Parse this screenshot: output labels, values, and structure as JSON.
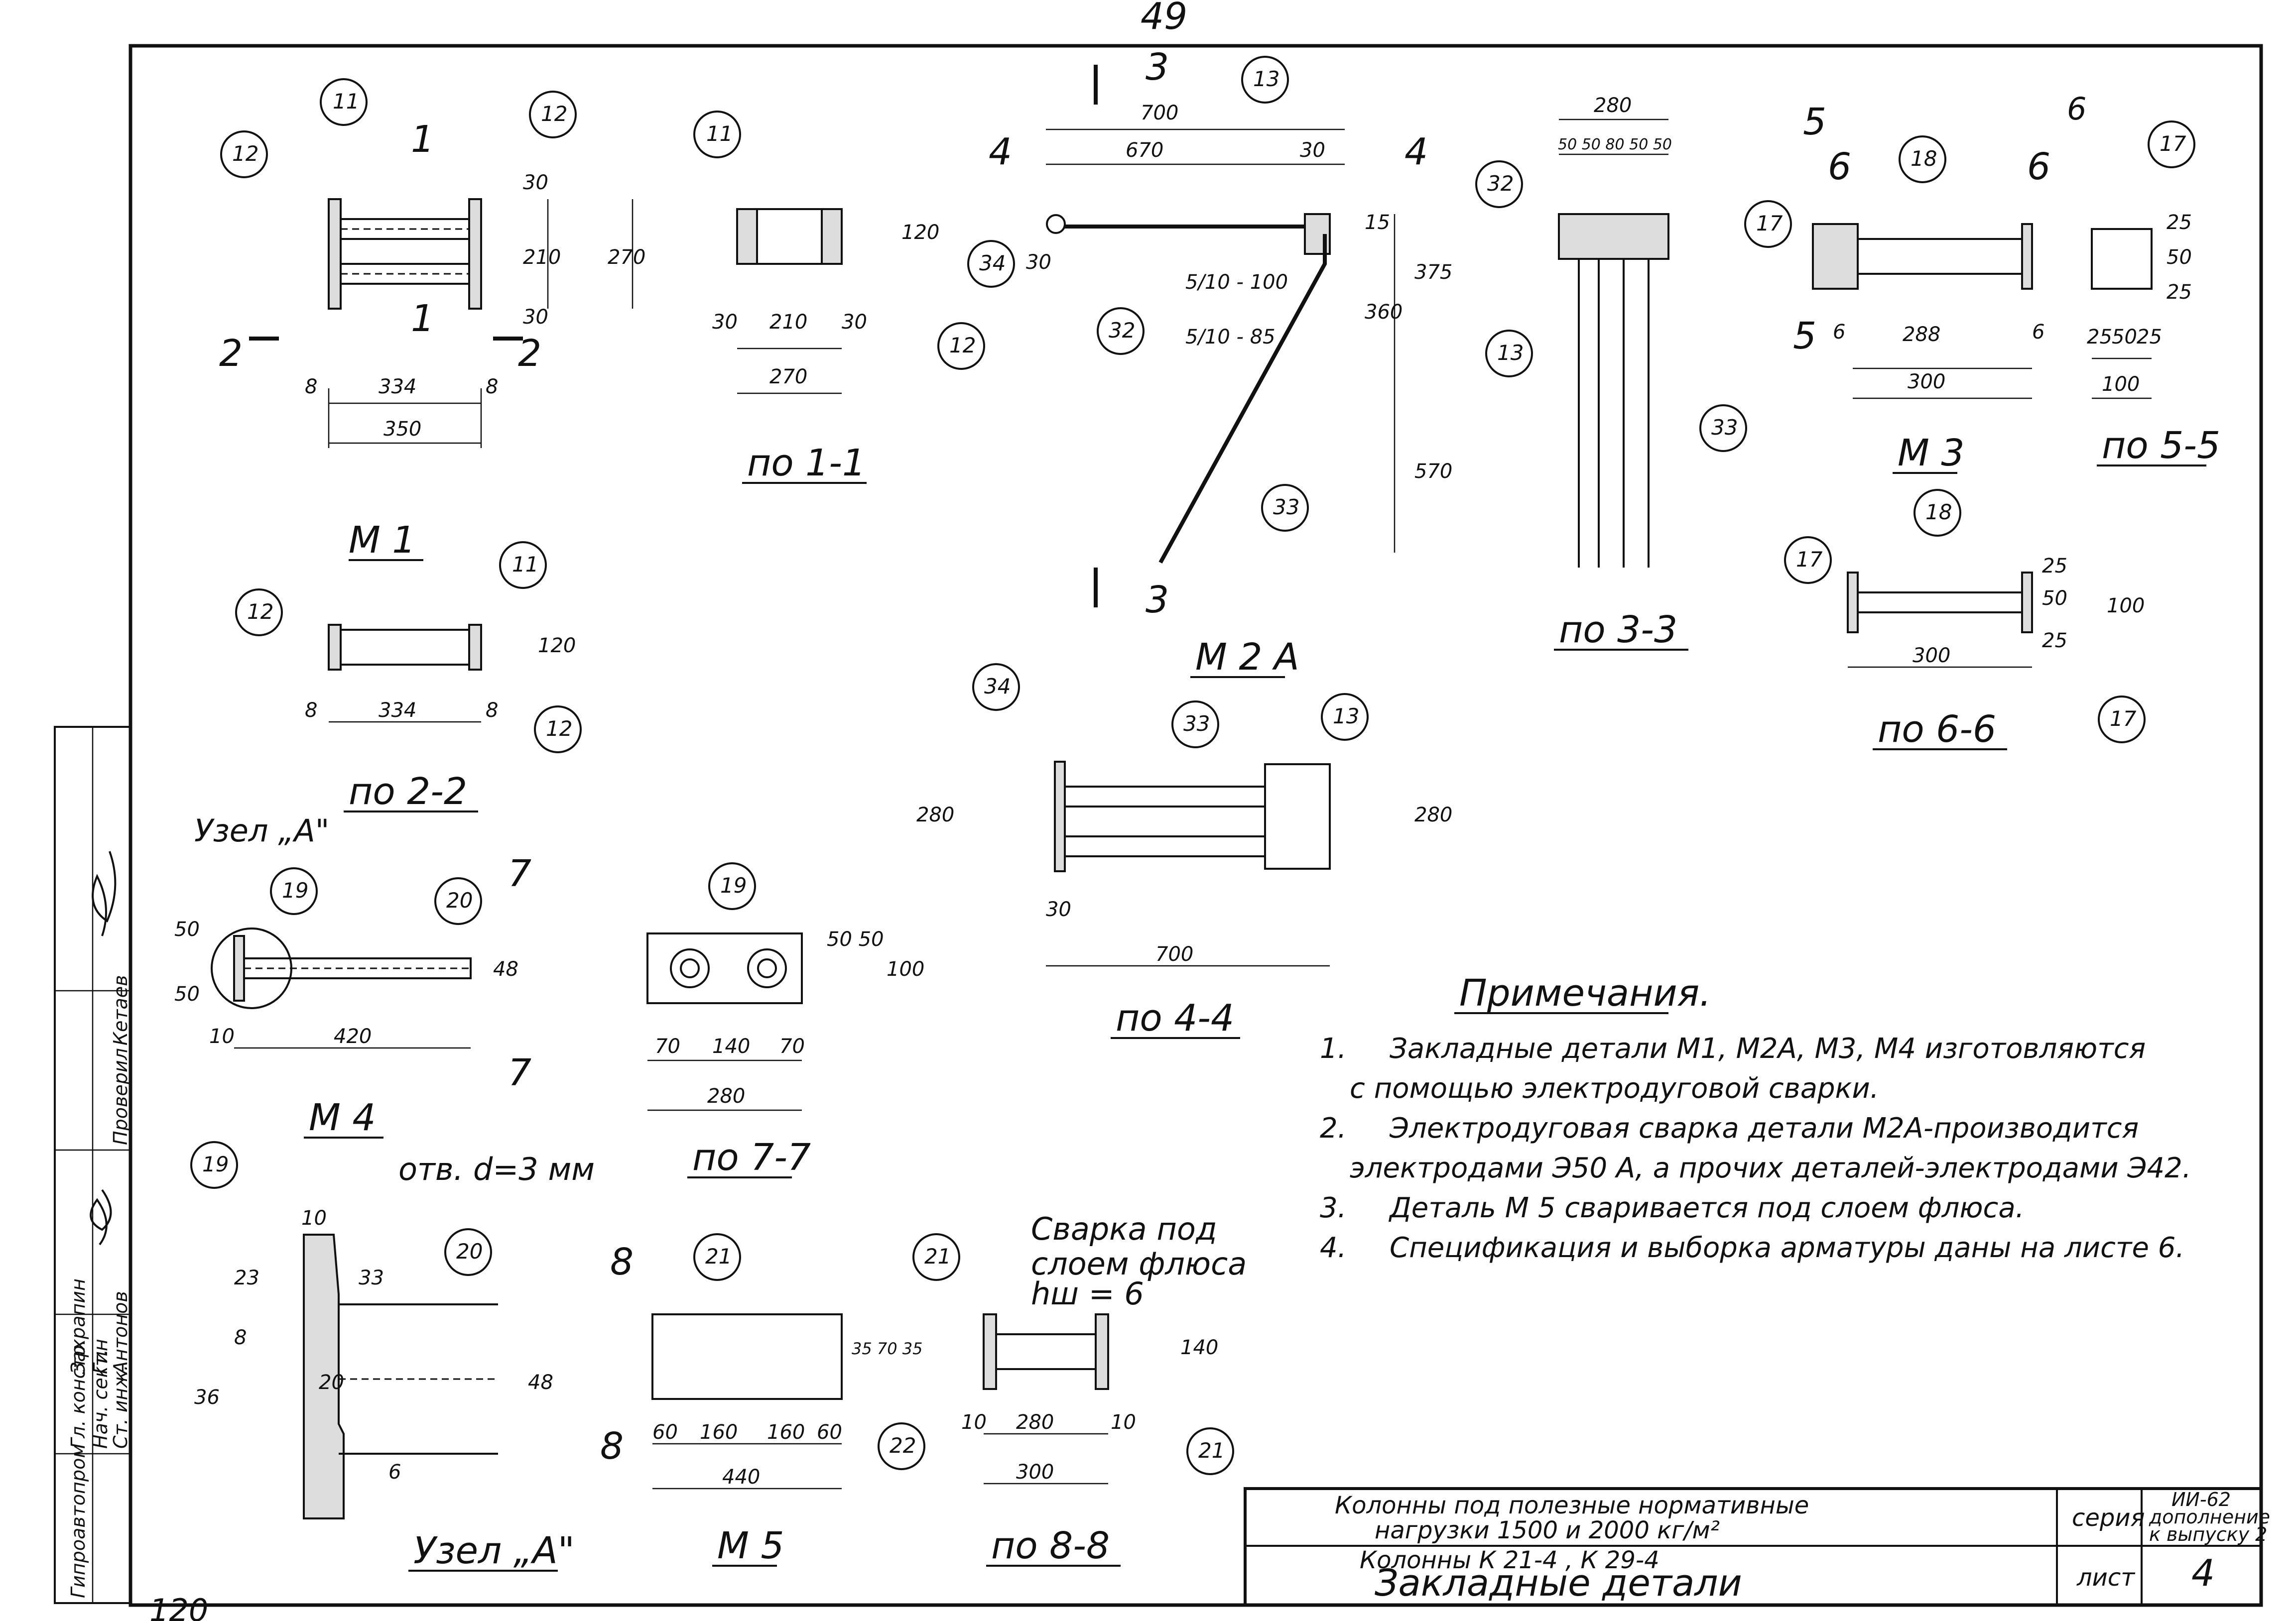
{
  "page": {
    "number": "49",
    "corner_number": "120"
  },
  "views": {
    "m1": "М 1",
    "m2a": "М 2 А",
    "m3": "М 3",
    "m4": "М 4",
    "m5": "М 5",
    "uzel_a": "Узел „А\"",
    "po11": "по 1-1",
    "po22": "по 2-2",
    "po33": "по 3-3",
    "po44": "по 4-4",
    "po55": "по 5-5",
    "po66": "по 6-6",
    "po77": "по 7-7",
    "po88": "по 8-8"
  },
  "callouts": {
    "c11": "11",
    "c12": "12",
    "c13": "13",
    "c17": "17",
    "c18": "18",
    "c19": "19",
    "c20": "20",
    "c21": "21",
    "c22": "22",
    "c32": "32",
    "c33": "33",
    "c34": "34"
  },
  "section_marks": {
    "s1": "1",
    "s2": "2",
    "s3": "3",
    "s4": "4",
    "s5": "5",
    "s6": "6",
    "s7": "7",
    "s8": "8"
  },
  "dims": {
    "d8": "8",
    "d334": "334",
    "d350": "350",
    "d30": "30",
    "d210": "210",
    "d270": "270",
    "d120": "120",
    "d700": "700",
    "d670": "670",
    "d15": "15",
    "d375": "375",
    "d360": "360",
    "d570": "570",
    "d280": "280",
    "d5080": "50 50 80 50 50",
    "d288": "288",
    "d300": "300",
    "d6": "6",
    "d25": "25",
    "d50": "50",
    "d100": "100",
    "d420": "420",
    "d48": "48",
    "d10": "10",
    "d5050": "50 50",
    "d70": "70",
    "d140": "140",
    "d23": "23",
    "d33": "33",
    "d20": "20",
    "d36": "36",
    "d60": "60",
    "d160": "160",
    "d440": "440",
    "d35": "35",
    "d3570": "35 70 35",
    "rod1": "5/10 - 100",
    "rod2": "5/10 - 85",
    "hole": "отв. d=3 мм",
    "uzel_a_label": "Узел „А\""
  },
  "weld_note": {
    "line1": "Сварка  под",
    "line2": "слоем флюса",
    "line3": "hш = 6"
  },
  "notes": {
    "title": "Примечания.",
    "items": [
      {
        "n": "1.",
        "text": "Закладные  детали   М1, М2А, М3, М4  изготовляются"
      },
      {
        "n": "",
        "text": "с помощью  электродуговой  сварки."
      },
      {
        "n": "2.",
        "text": "Электродуговая  сварка  детали   М2А-производится"
      },
      {
        "n": "",
        "text": "электродами  Э50 А,  а  прочих  деталей-электродами Э42."
      },
      {
        "n": "3.",
        "text": "Деталь  М 5  сваривается  под  слоем  флюса."
      },
      {
        "n": "4.",
        "text": "Спецификация  и выборка  арматуры  даны  на  листе 6."
      }
    ]
  },
  "title_block": {
    "line1": "Колонны   под   полезные   нормативные",
    "line2": "нагрузки    1500  и  2000  кг/м²",
    "line3": "Колонны   К 21-4  ,  К 29-4",
    "line4": "Закладные    детали",
    "series_label": "серия",
    "series_value_1": "ИИ-62",
    "series_value_2": "дополнение",
    "series_value_3": "к выпуску 2",
    "sheet_label": "лист",
    "sheet_value": "4"
  },
  "side_stamp": {
    "org": "Гипроавтопром",
    "r1": "Гл. констр.",
    "n1": "Захрапин",
    "r2": "Нач. сект.",
    "n2": "Гин",
    "r3": "Ст. инж.",
    "n3": "Антонов",
    "r4": "Проверил",
    "n4": "Кетаев"
  }
}
